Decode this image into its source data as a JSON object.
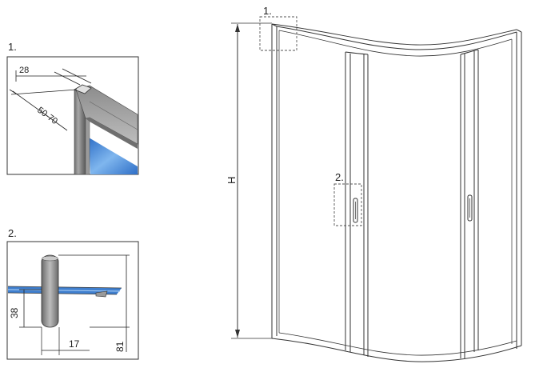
{
  "detail_1": {
    "label": "1.",
    "dim_width": "28",
    "dim_overlap": "50-70"
  },
  "detail_2": {
    "label": "2.",
    "dim_height": "38",
    "dim_width": "17",
    "dim_total": "81"
  },
  "main_view": {
    "height_label": "H",
    "callout_1": "1.",
    "callout_2": "2."
  },
  "colors": {
    "line": "#333333",
    "frame_gray": "#8a8a8a",
    "glass_blue": "#3b7fd0",
    "callout_dash": "#555555"
  }
}
